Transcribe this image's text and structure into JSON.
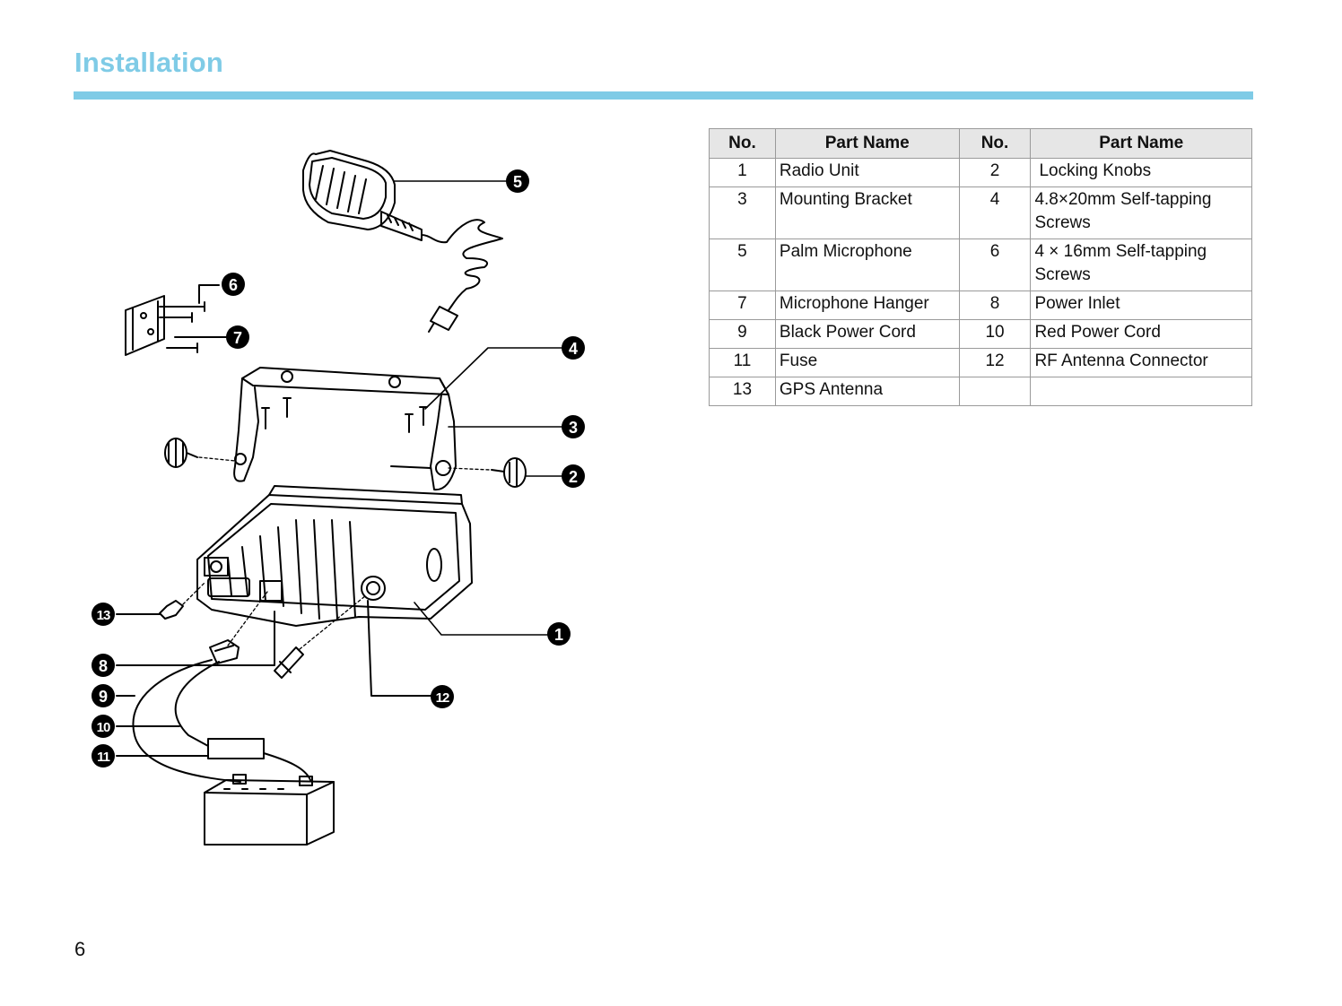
{
  "header": {
    "title": "Installation"
  },
  "parts_table": {
    "headers": [
      "No.",
      "Part Name",
      "No.",
      "Part Name"
    ],
    "rows": [
      [
        "1",
        "Radio Unit",
        "2",
        "Locking Knobs"
      ],
      [
        "3",
        "Mounting Bracket",
        "4",
        "4.8×20mm Self-tapping Screws"
      ],
      [
        "5",
        "Palm Microphone",
        "6",
        "4 × 16mm Self-tapping Screws"
      ],
      [
        "7",
        "Microphone Hanger",
        "8",
        "Power Inlet"
      ],
      [
        "9",
        "Black Power Cord",
        "10",
        "Red Power Cord"
      ],
      [
        "11",
        "Fuse",
        "12",
        "RF Antenna Connector"
      ],
      [
        "13",
        "GPS Antenna",
        "",
        ""
      ]
    ]
  },
  "diagram": {
    "callouts": [
      "1",
      "2",
      "3",
      "4",
      "5",
      "6",
      "7",
      "8",
      "9",
      "10",
      "11",
      "12",
      "13"
    ]
  },
  "footer": {
    "page_number": "6"
  }
}
